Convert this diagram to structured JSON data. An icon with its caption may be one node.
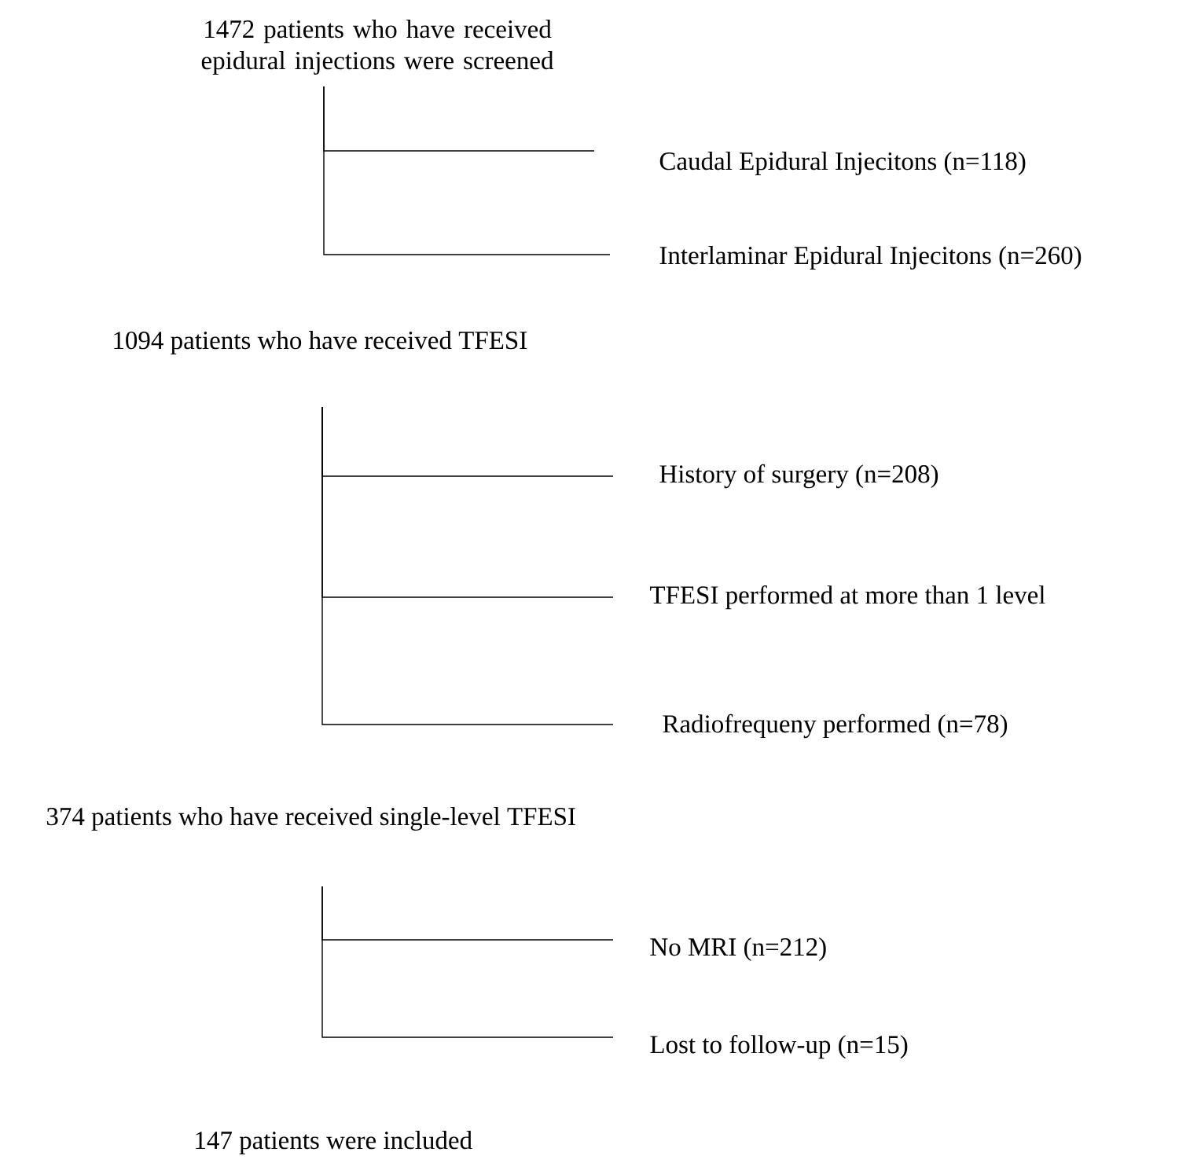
{
  "diagram": {
    "nodes": [
      {
        "text": [
          "1472 patients who have received epidural injections were screened"
        ]
      },
      {
        "text": [
          "Caudal Epidural Injecitons (n=118)"
        ]
      },
      {
        "text": [
          "Interlaminar Epidural Injecitons  (n=260)"
        ]
      },
      {
        "text": [
          "1094 patients who have received TFESI"
        ]
      },
      {
        "text": [
          "History of surgery (n=208)"
        ]
      },
      {
        "text": [
          "TFESI performed at more than 1 level"
        ]
      },
      {
        "text": [
          "Radiofrequeny performed  (n=78)"
        ]
      },
      {
        "text": [
          "374 patients who have received single-level TFESI"
        ]
      },
      {
        "text": [
          "No MRI (n=212)"
        ]
      },
      {
        "text": [
          "Lost to follow-up (n=15)"
        ]
      },
      {
        "text": [
          "147 patients were included"
        ]
      }
    ],
    "edges": [
      {
        "from": 0,
        "to": 1,
        "arrow": "none"
      },
      {
        "from": 0,
        "to": 2,
        "arrow": "none"
      },
      {
        "from": 3,
        "to": 4,
        "arrow": "none"
      },
      {
        "from": 3,
        "to": 5,
        "arrow": "none"
      },
      {
        "from": 3,
        "to": 6,
        "arrow": "none"
      },
      {
        "from": 7,
        "to": 8,
        "arrow": "none"
      },
      {
        "from": 7,
        "to": 9,
        "arrow": "none"
      }
    ]
  }
}
